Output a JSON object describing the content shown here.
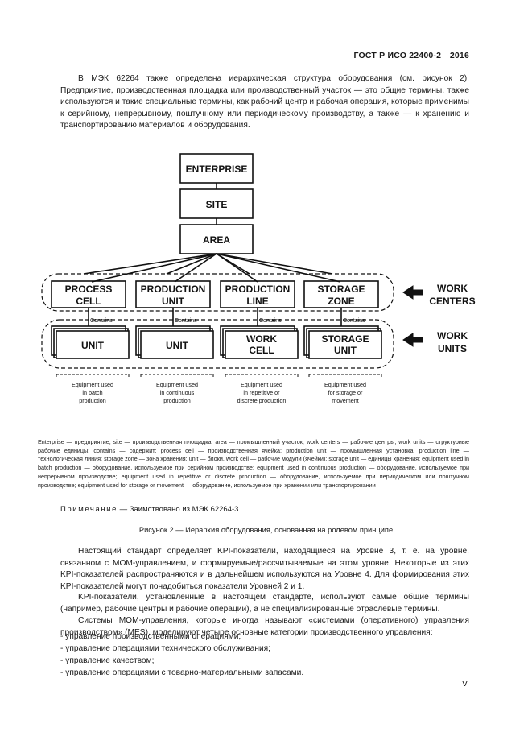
{
  "header": {
    "standard": "ГОСТ Р ИСО 22400-2—2016"
  },
  "intro": "В МЭК 62264 также определена иерархическая структура оборудования (см. рисунок 2). Предприятие, производственная площадка или производственный участок — это общие термины, также используются и такие специальные термины, как рабочий центр и рабочая операция, которые применимы к серийному, непрерывному, поштучному или периодическому производству, а также — к хранению и транспортированию материалов и оборудования.",
  "diagram": {
    "enterprise": "ENTERPRISE",
    "site": "SITE",
    "area": "AREA",
    "work_centers": [
      {
        "line1": "PROCESS",
        "line2": "CELL"
      },
      {
        "line1": "PRODUCTION",
        "line2": "UNIT"
      },
      {
        "line1": "PRODUCTION",
        "line2": "LINE"
      },
      {
        "line1": "STORAGE",
        "line2": "ZONE"
      }
    ],
    "work_units": [
      {
        "line1": "UNIT",
        "line2": ""
      },
      {
        "line1": "UNIT",
        "line2": ""
      },
      {
        "line1": "WORK",
        "line2": "CELL"
      },
      {
        "line1": "STORAGE",
        "line2": "UNIT"
      }
    ],
    "contains_label": "Contains",
    "work_centers_label": {
      "line1": "WORK",
      "line2": "CENTERS"
    },
    "work_units_label": {
      "line1": "WORK",
      "line2": "UNITS"
    },
    "equipment_labels": [
      [
        "Equipment used",
        "in batch",
        "production"
      ],
      [
        "Equipment used",
        "in continuous",
        "production"
      ],
      [
        "Equipment used",
        "in repetitive or",
        "discrete production"
      ],
      [
        "Equipment used",
        "for storage or",
        "movement"
      ]
    ]
  },
  "legend": "Enterprise — предприятие; site — производственная площадка; area — промышленный участок; work centers — рабочие центры; work units — структурные рабочие единицы; contains — содержит; process cell — производственная ячейка; production unit — промышленная установка; production line — технологическая линия; storage zone — зона хранения; unit — блоки, work cell — рабочие модули (ячейки); storage unit — единицы хранения; equipment used in batch production — оборудование, используемое при серийном производстве; equipment used in continuous production — оборудование, используемое при непрерывном производстве; equipment used in repetitive or discrete production — оборудование, используемое при периодическом или поштучном производстве; equipment used for storage or movement — оборудование, используемое при хранении или транспортировании",
  "note": {
    "label": "Примечание",
    "text": " — Заимствовано из МЭК 62264-3."
  },
  "caption": "Рисунок 2 — Иерархия оборудования, основанная на ролевом принципе",
  "para1": "Настоящий стандарт определяет KPI-показатели, находящиеся на Уровне 3, т. е. на уровне, связанном с МОМ-управлением, и формируемые/рассчитываемые на этом уровне. Некоторые из этих KPI-показателей распространяются и в дальнейшем используются на Уровне 4. Для формирования этих KPI-показателей могут понадобиться показатели Уровней 2 и 1.",
  "para2": "KPI-показатели, установленные в настоящем стандарте, используют самые общие термины (например, рабочие центры и рабочие операции), а не специализированные отраслевые термины.",
  "para3": "Системы МОМ-управления, которые иногда называют «системами (оперативного) управления производством» (MES), моделируют четыре основные категории производственного управления:",
  "bullets": [
    "управление производственными операциями;",
    "управление операциями технического обслуживания;",
    "управление качеством;",
    "управление операциями с товарно-материальными запасами."
  ],
  "page_number": "V"
}
